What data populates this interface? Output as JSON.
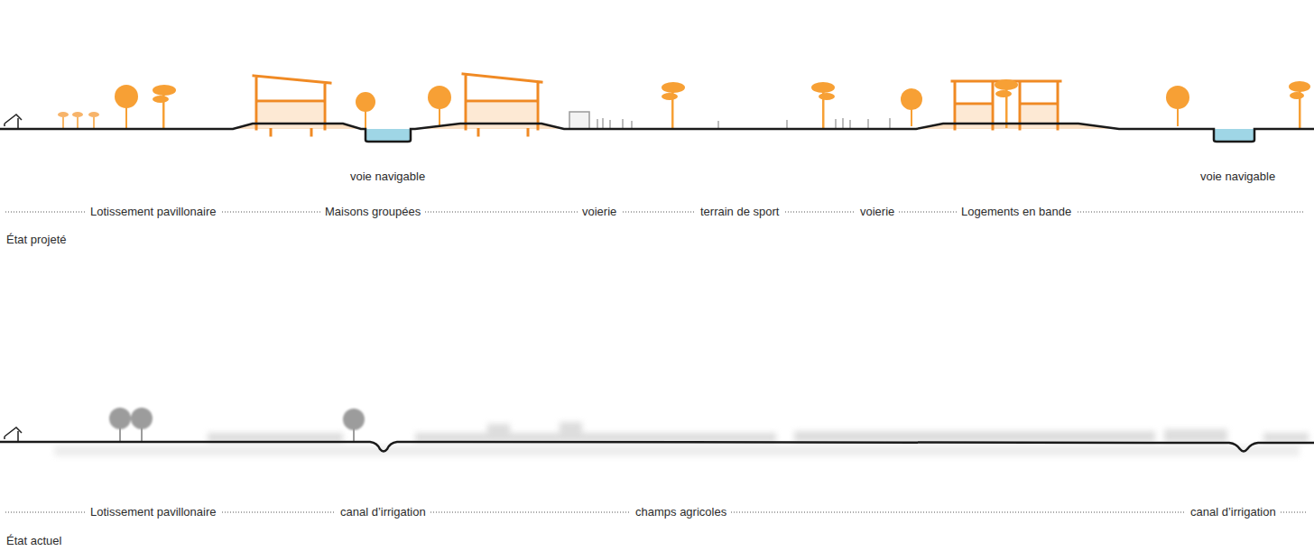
{
  "diagram": {
    "labels": [
      "voie navigable",
      "voie navigable",
      "Lotissement pavillonaire",
      "Maisons groupées",
      "voierie",
      "terrain de sport",
      "voierie",
      "Logements en bande",
      "État projeté",
      "Lotissement pavillonaire",
      "canal d’irrigation",
      "champs agricoles",
      "canal d’irrigation",
      "État actuel"
    ]
  }
}
